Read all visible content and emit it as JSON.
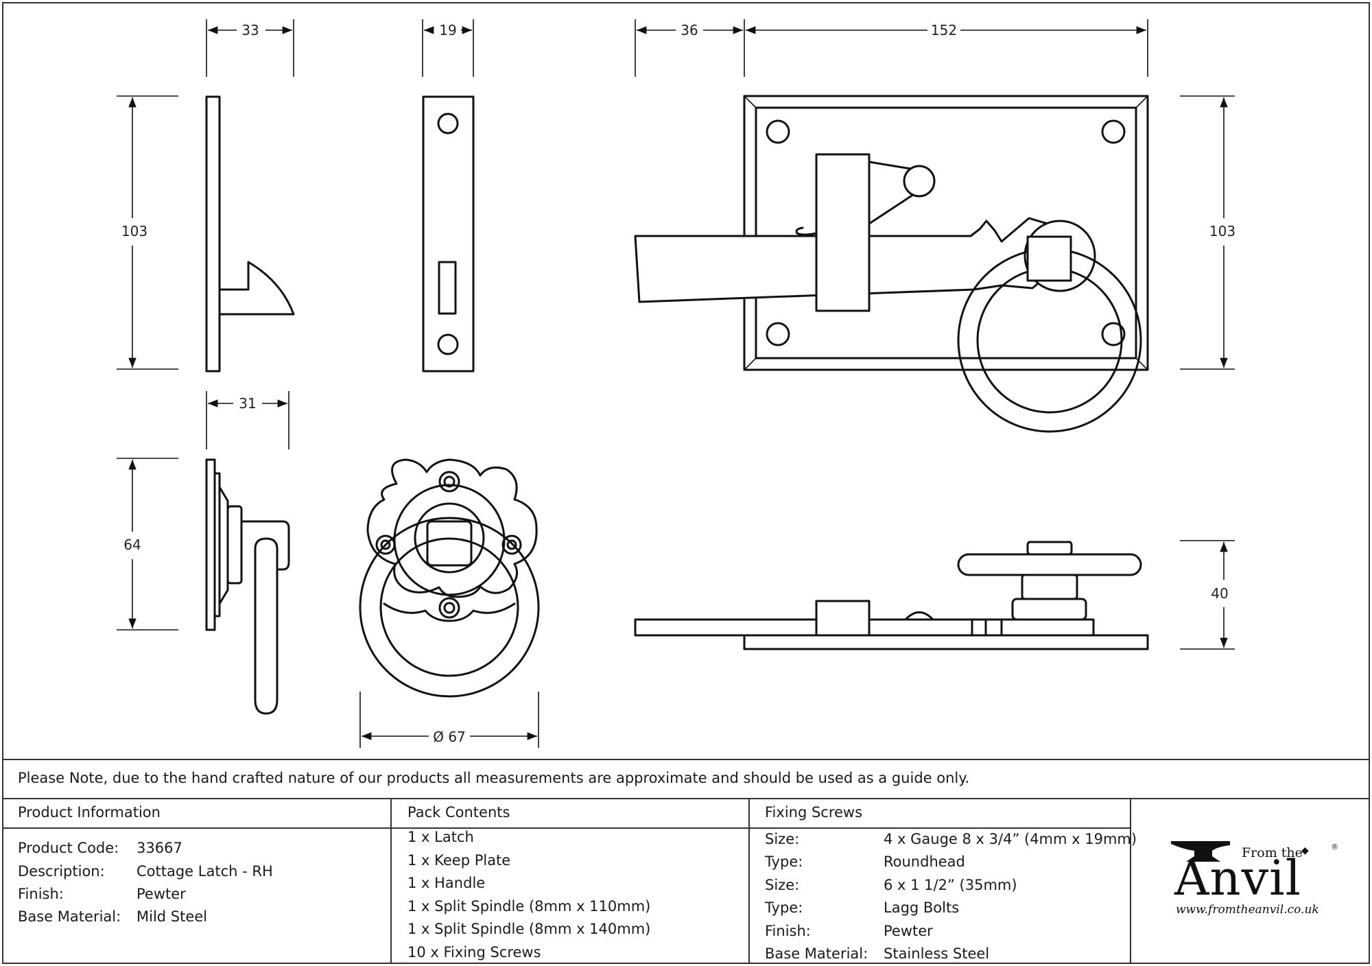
{
  "dimensions": {
    "side_width": "33",
    "side_height": "103",
    "keep_width": "19",
    "offset": "36",
    "plate_width": "152",
    "plate_height": "103",
    "handle_side_width": "31",
    "handle_height": "64",
    "ring_diameter": "Ø 67",
    "depth": "40"
  },
  "note": "Please Note, due to the hand crafted nature of our products all measurements are approximate and should be used as a guide only.",
  "product_info": {
    "header": "Product Information",
    "rows": [
      {
        "label": "Product Code:",
        "value": "33667"
      },
      {
        "label": "Description:",
        "value": "Cottage Latch - RH"
      },
      {
        "label": "Finish:",
        "value": "Pewter"
      },
      {
        "label": "Base Material:",
        "value": "Mild Steel"
      }
    ]
  },
  "pack_contents": {
    "header": "Pack Contents",
    "items": [
      "1 x Latch",
      "1 x Keep Plate",
      "1 x Handle",
      "1 x Split Spindle (8mm x 110mm)",
      "1 x Split Spindle (8mm x 140mm)",
      "10 x Fixing Screws"
    ]
  },
  "fixing_screws": {
    "header": "Fixing Screws",
    "rows": [
      {
        "label": "Size:",
        "value": "4 x Gauge 8 x 3/4” (4mm x 19mm)"
      },
      {
        "label": "Type:",
        "value": "Roundhead"
      },
      {
        "label": "Size:",
        "value": "6 x 1 1/2” (35mm)"
      },
      {
        "label": "Type:",
        "value": "Lagg Bolts"
      },
      {
        "label": "Finish:",
        "value": "Pewter"
      },
      {
        "label": "Base Material:",
        "value": "Stainless Steel"
      }
    ]
  },
  "logo": {
    "from_the": "From the",
    "name": "Anvil",
    "registered": "®",
    "url": "www.fromtheanvil.co.uk"
  }
}
